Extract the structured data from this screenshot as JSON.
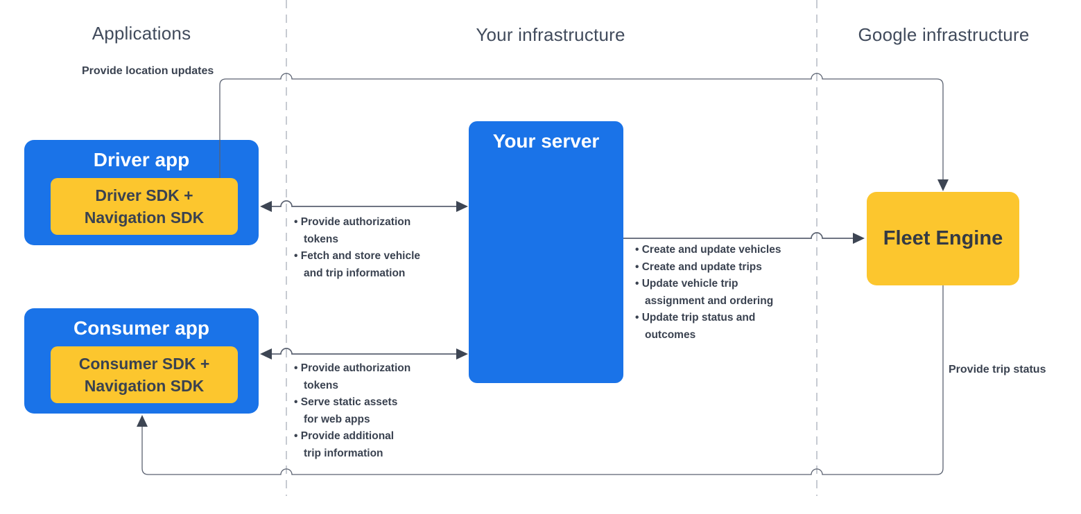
{
  "columns": [
    {
      "label": "Applications"
    },
    {
      "label": "Your infrastructure"
    },
    {
      "label": "Google infrastructure"
    }
  ],
  "nodes": {
    "driver_app": {
      "title": "Driver app",
      "sdk": "Driver SDK +\nNavigation SDK"
    },
    "consumer_app": {
      "title": "Consumer app",
      "sdk": "Consumer SDK +\nNavigation SDK"
    },
    "your_server": {
      "title": "Your server"
    },
    "fleet_engine": {
      "title": "Fleet Engine"
    }
  },
  "edges": {
    "location_updates": {
      "label": "Provide location updates",
      "from": "Driver app",
      "to": "Fleet Engine"
    },
    "trip_status": {
      "label": "Provide trip status",
      "from": "Fleet Engine",
      "to": "Consumer app"
    },
    "driver_server": {
      "items": [
        [
          "Provide authorization",
          "tokens"
        ],
        [
          "Fetch and store vehicle",
          "and trip information"
        ]
      ]
    },
    "consumer_server": {
      "items": [
        [
          "Provide authorization",
          "tokens"
        ],
        [
          "Serve static assets",
          "for web apps"
        ],
        [
          "Provide additional",
          "trip information"
        ]
      ]
    },
    "server_fleet": {
      "items": [
        [
          "Create and update vehicles"
        ],
        [
          "Create and update trips"
        ],
        [
          "Update vehicle trip",
          "assignment and ordering"
        ],
        [
          "Update trip status and",
          "outcomes"
        ]
      ]
    }
  },
  "colors": {
    "blue": "#1a73e8",
    "yellow": "#fcc62e",
    "line": "#5a6170",
    "arrowhead": "#3d4553",
    "dashed_divider": "#c7cbd2",
    "text_dark": "#3a4250",
    "header_text": "#414b5c"
  }
}
